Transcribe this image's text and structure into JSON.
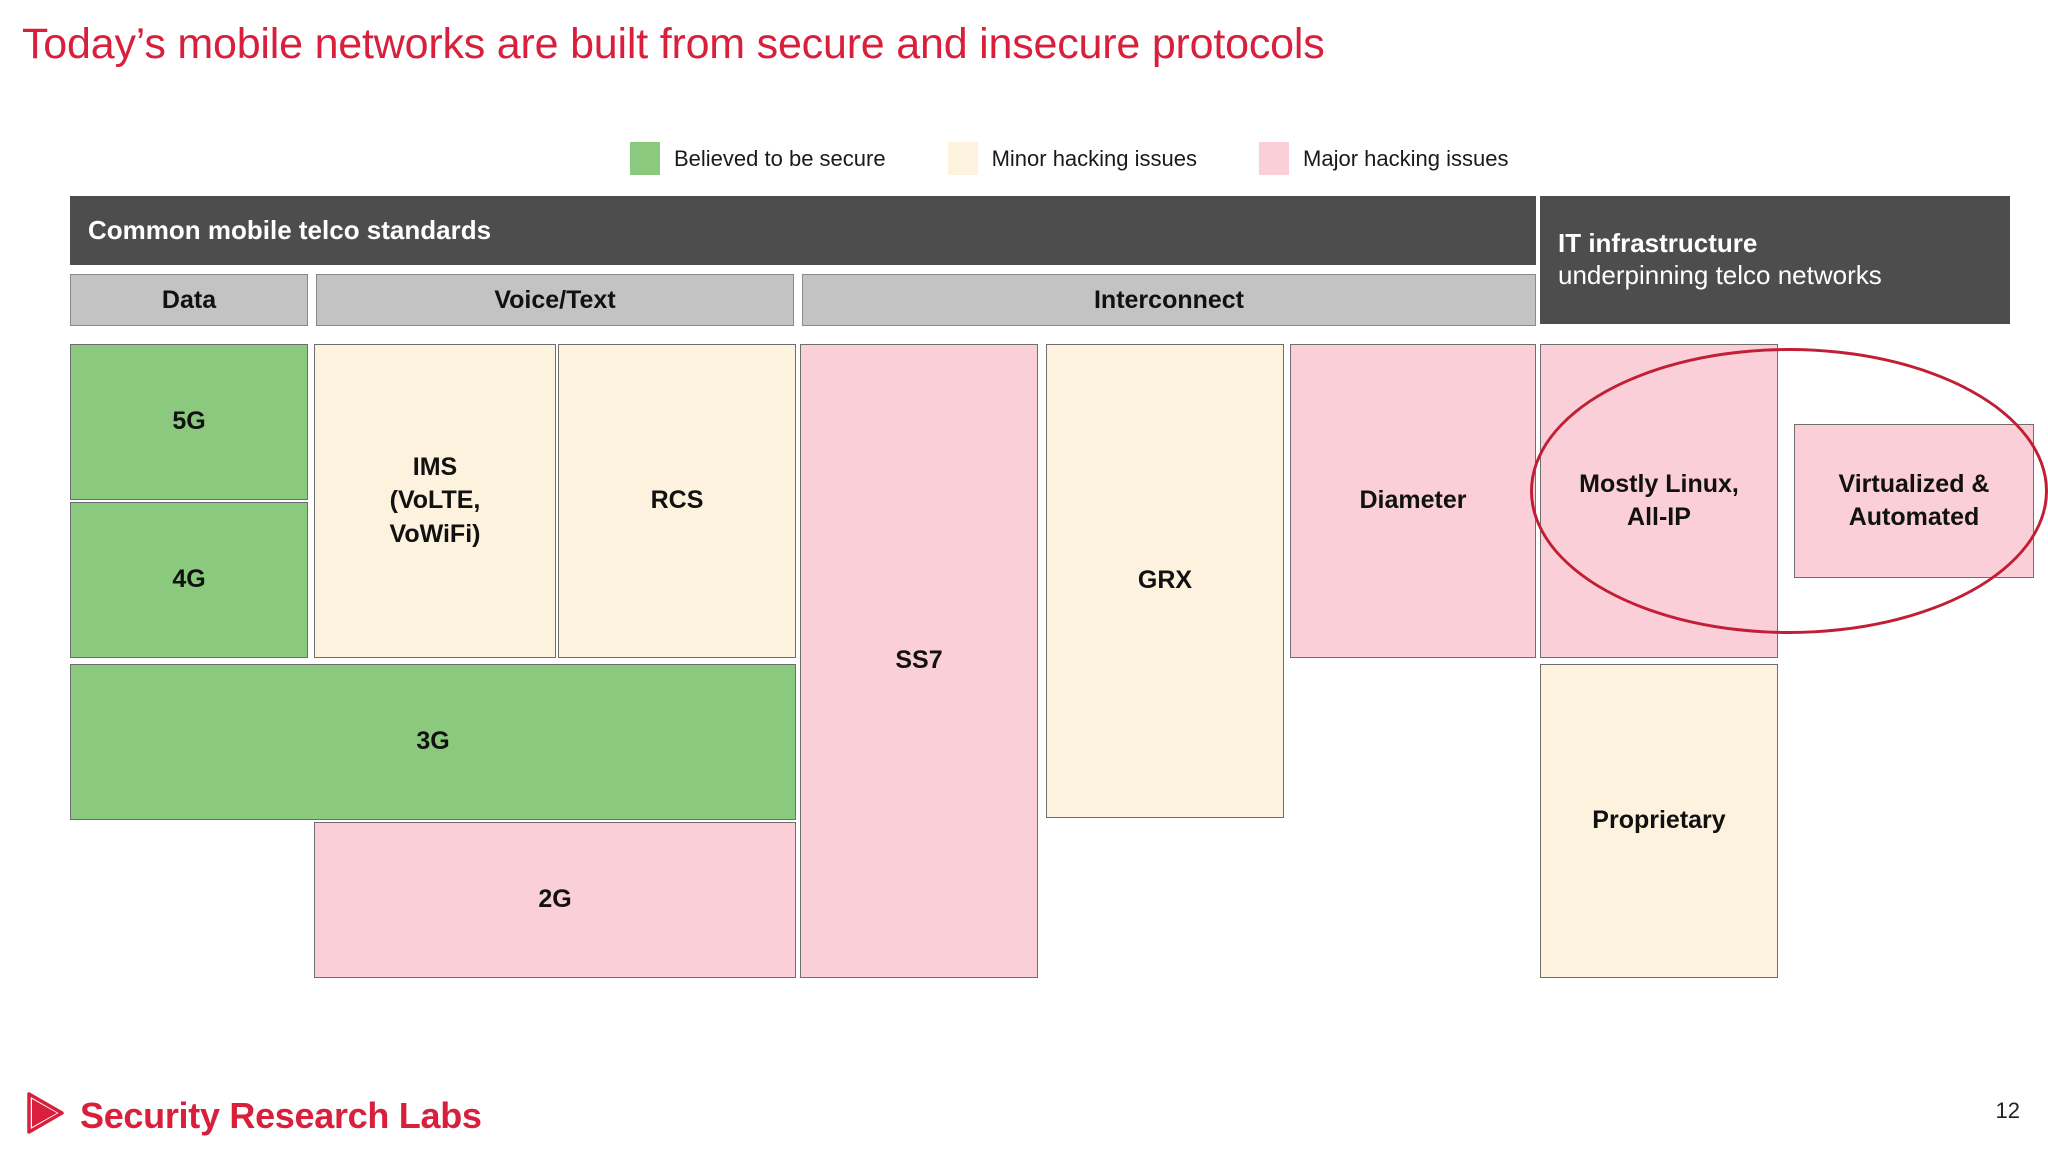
{
  "slide": {
    "title": "Today’s mobile networks are built from secure and insecure protocols",
    "page_number": "12",
    "accent_color": "#D8203C",
    "header_color": "#4D4D4D",
    "column_header_color": "#C3C3C3",
    "highlight_ellipse_color": "#C01F36"
  },
  "legend": {
    "items": [
      {
        "label": "Believed to be secure",
        "color": "#8BC97E",
        "status": "secure"
      },
      {
        "label": "Minor hacking issues",
        "color": "#FDF2DE",
        "status": "minor"
      },
      {
        "label": "Major hacking issues",
        "color": "#FACFD7",
        "status": "major"
      }
    ]
  },
  "panels": {
    "telco": {
      "title": "Common mobile telco standards",
      "columns": [
        {
          "label": "Data"
        },
        {
          "label": "Voice/Text"
        },
        {
          "label": "Interconnect"
        }
      ]
    },
    "it": {
      "title_bold": "IT infrastructure",
      "title_rest": "underpinning telco networks"
    }
  },
  "boxes": [
    {
      "label": "5G",
      "status": "secure"
    },
    {
      "label": "4G",
      "status": "secure"
    },
    {
      "label": "3G",
      "status": "secure"
    },
    {
      "label": "IMS\n(VoLTE,\nVoWiFi)",
      "status": "minor"
    },
    {
      "label": "RCS",
      "status": "minor"
    },
    {
      "label": "2G",
      "status": "major"
    },
    {
      "label": "SS7",
      "status": "major"
    },
    {
      "label": "GRX",
      "status": "minor"
    },
    {
      "label": "Diameter",
      "status": "major"
    },
    {
      "label": "Mostly Linux,\nAll-IP",
      "status": "major"
    },
    {
      "label": "Virtualized &\nAutomated",
      "status": "major"
    },
    {
      "label": "Proprietary",
      "status": "minor"
    }
  ],
  "footer": {
    "logo_text": "Security Research Labs"
  }
}
